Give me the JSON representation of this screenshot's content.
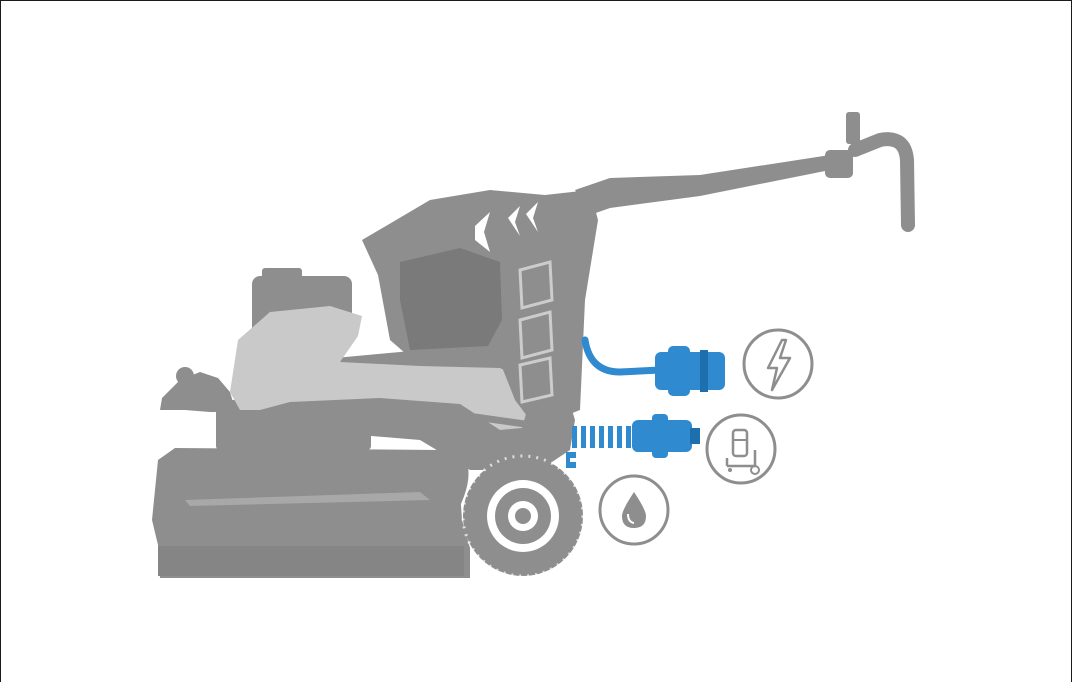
{
  "diagram": {
    "machine": "floor-grinder",
    "connections": [
      {
        "id": "power",
        "icon": "lightning-icon",
        "color": "#2f8ad0"
      },
      {
        "id": "dust-extractor",
        "icon": "dust-extractor-icon",
        "color": "#2f8ad0"
      },
      {
        "id": "water",
        "icon": "water-drop-icon",
        "color": "#2f8ad0"
      }
    ],
    "colors": {
      "machine": "#8e8e8e",
      "machine_light": "#c9c9c9",
      "accent": "#2f8ad0",
      "icon_stroke": "#8e8e8e"
    }
  }
}
